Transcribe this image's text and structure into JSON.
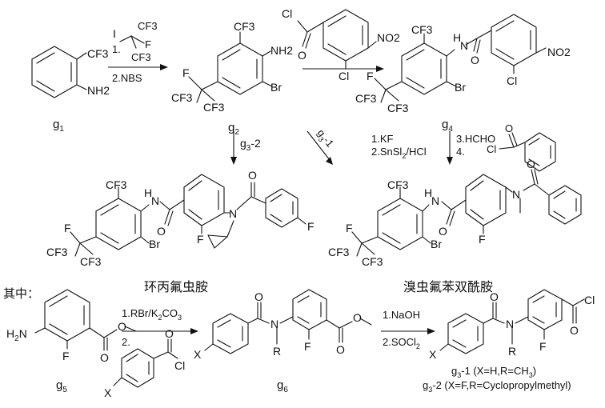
{
  "compounds": {
    "g1": {
      "label": "g",
      "sub": "1",
      "atoms": [
        "CF3",
        "NH2"
      ]
    },
    "g2": {
      "label": "g",
      "sub": "2",
      "atoms": [
        "CF3",
        "NH2",
        "Br",
        "F",
        "CF3",
        "CF3"
      ]
    },
    "acid_chloride": {
      "atoms": [
        "Cl",
        "O",
        "Cl",
        "NO2"
      ]
    },
    "g4": {
      "label": "g",
      "sub": "4",
      "atoms": [
        "CF3",
        "H",
        "N",
        "O",
        "Cl",
        "NO2",
        "Br",
        "F",
        "CF3",
        "CF3"
      ]
    },
    "benzoyl_chloride": {
      "atoms": [
        "O",
        "Cl"
      ]
    },
    "cyclaniliprole": {
      "name": "环丙氟虫胺",
      "atoms": [
        "CF3",
        "H",
        "N",
        "O",
        "F",
        "N",
        "O",
        "F",
        "Br",
        "F",
        "CF3",
        "CF3"
      ]
    },
    "broflanilide": {
      "name": "溴虫氟苯双酰胺",
      "atoms": [
        "CF3",
        "H",
        "N",
        "O",
        "F",
        "N",
        "O",
        "Br",
        "F",
        "CF3",
        "CF3"
      ]
    },
    "g5": {
      "label": "g",
      "sub": "5",
      "atoms": [
        "H2N",
        "F",
        "O",
        "O"
      ]
    },
    "x_benzoyl_chloride": {
      "atoms": [
        "X",
        "O",
        "Cl"
      ]
    },
    "g6": {
      "label": "g",
      "sub": "6",
      "atoms": [
        "X",
        "O",
        "N",
        "R",
        "F",
        "O",
        "O"
      ]
    },
    "g3": {
      "atoms": [
        "X",
        "O",
        "N",
        "R",
        "F",
        "O",
        "Cl"
      ]
    }
  },
  "reagents": {
    "perfluoroisopropyl_iodide": [
      "I",
      "CF3",
      "F",
      "CF3"
    ],
    "step1": {
      "n1": "1.",
      "n2": "2.NBS"
    },
    "route_g3_2": "-2",
    "route_g3_1": "-1",
    "step_kf": [
      "1.KF",
      "2.SnSl",
      "/HCl"
    ],
    "step_hcho": [
      "3.HCHO",
      "4."
    ],
    "step_alkylation": [
      "1.RBr/K",
      "CO",
      "2."
    ],
    "step_hydrolysis": [
      "1.NaOH",
      "2.SOCl"
    ]
  },
  "notes": {
    "qizhong": "其中：",
    "g3_1_def": "-1 (X=H,R=CH",
    "g3_2_def": "-2 (X=F,R=Cyclopropylmethyl)"
  }
}
